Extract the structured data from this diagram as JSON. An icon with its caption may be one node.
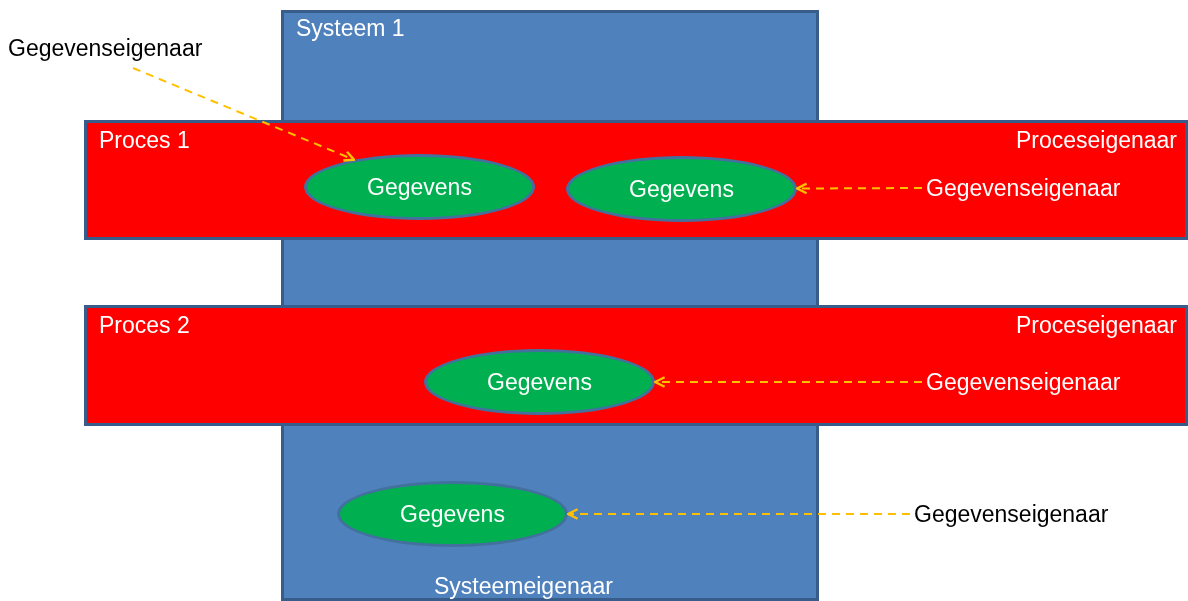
{
  "diagram": {
    "nodes": [
      {
        "text": [
          "Systeem 1",
          "Systeemeigenaar"
        ]
      },
      {
        "text": [
          "Proces 1",
          "Proceseigenaar"
        ]
      },
      {
        "text": [
          "Gegevens"
        ]
      },
      {
        "text": [
          "Gegevens"
        ]
      },
      {
        "text": [
          "Proces 2",
          "Proceseigenaar"
        ]
      },
      {
        "text": [
          "Gegevens"
        ]
      },
      {
        "text": [
          "Gegevens"
        ],
        "in": 0
      },
      {
        "text": [
          "Gegevenseigenaar"
        ]
      },
      {
        "text": [
          "Gegevenseigenaar"
        ],
        "in": 1
      },
      {
        "text": [
          "Gegevenseigenaar"
        ],
        "in": 4
      },
      {
        "text": [
          "Gegevenseigenaar"
        ]
      }
    ],
    "edges": [
      {
        "from": 7,
        "to": 2,
        "arrow": "to",
        "style": "dashed"
      },
      {
        "from": 8,
        "to": 3,
        "arrow": "to",
        "style": "dashed"
      },
      {
        "from": 9,
        "to": 5,
        "arrow": "to",
        "style": "dashed"
      },
      {
        "from": 10,
        "to": 6,
        "arrow": "to",
        "style": "dashed"
      }
    ]
  }
}
